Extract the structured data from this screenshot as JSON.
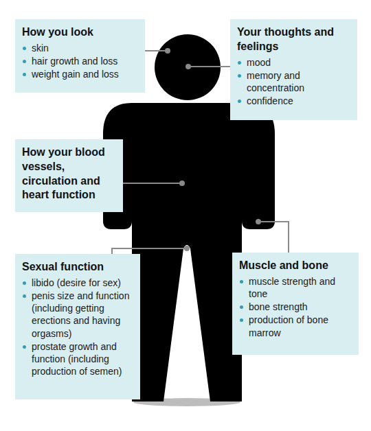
{
  "diagram": {
    "nodes": [
      {
        "text": [
          "How you look",
          "skin",
          "hair growth and loss",
          "weight gain and loss"
        ]
      },
      {
        "text": [
          "Your thoughts and feelings",
          "mood",
          "memory and concentration",
          "confidence"
        ]
      },
      {
        "text": [
          "How your blood vessels, circulation and heart function"
        ]
      },
      {
        "text": [
          "Sexual function",
          "libido (desire for sex)",
          "penis size and function (including getting erections and having orgasms)",
          "prostate growth and function (including production of semen)"
        ]
      },
      {
        "text": [
          "Muscle and bone",
          "muscle strength and tone",
          "bone strength",
          "production of bone marrow"
        ]
      }
    ]
  }
}
